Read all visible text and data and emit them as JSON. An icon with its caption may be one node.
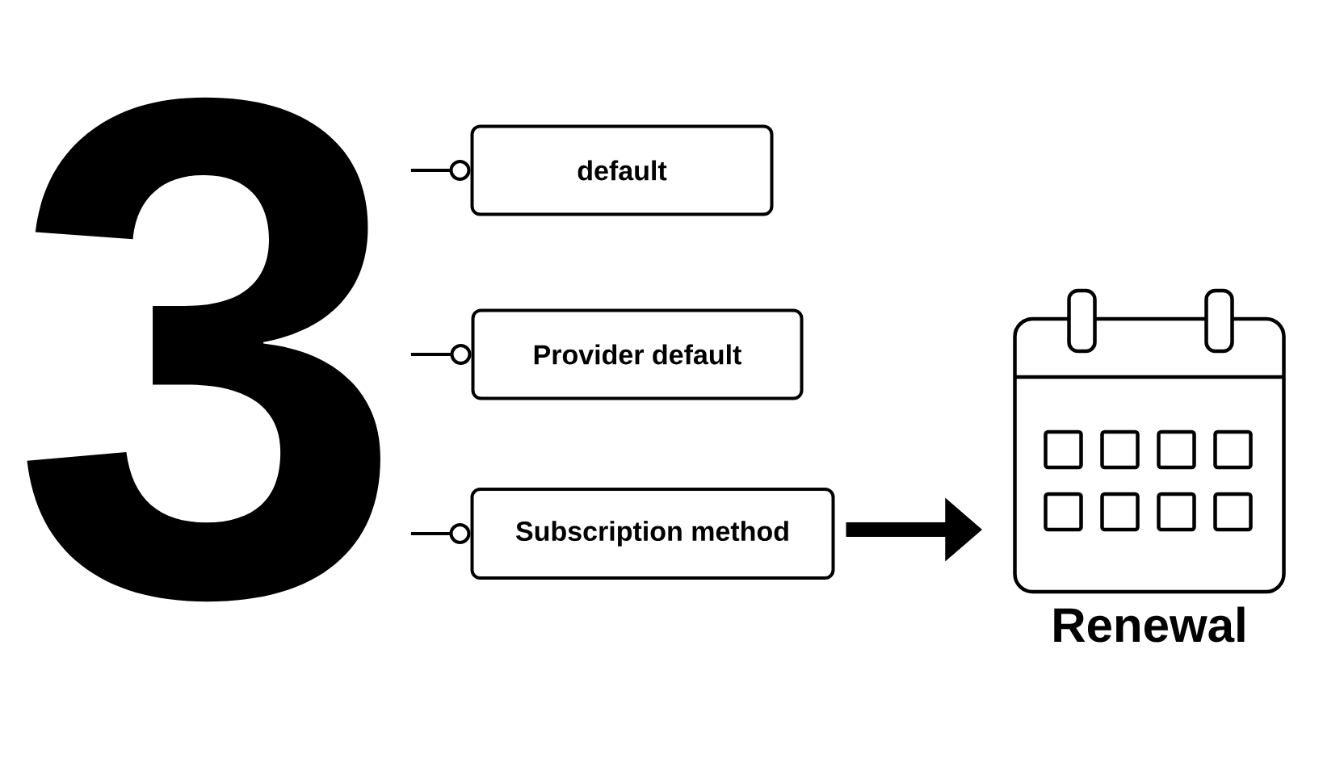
{
  "diagram": {
    "nodes": [
      {
        "text": [
          "3"
        ]
      },
      {
        "text": [
          "default"
        ]
      },
      {
        "text": [
          "Provider default"
        ]
      },
      {
        "text": [
          "Subscription method"
        ]
      },
      {
        "text": [],
        "shape": "calendar",
        "beside": [
          "Renewal"
        ]
      }
    ],
    "edges": [
      {
        "from": 0,
        "to": 1,
        "arrow": "other"
      },
      {
        "from": 0,
        "to": 2,
        "arrow": "other"
      },
      {
        "from": 0,
        "to": 3,
        "arrow": "other"
      },
      {
        "from": 3,
        "to": 4,
        "arrow": "to",
        "style": "thick"
      }
    ]
  }
}
